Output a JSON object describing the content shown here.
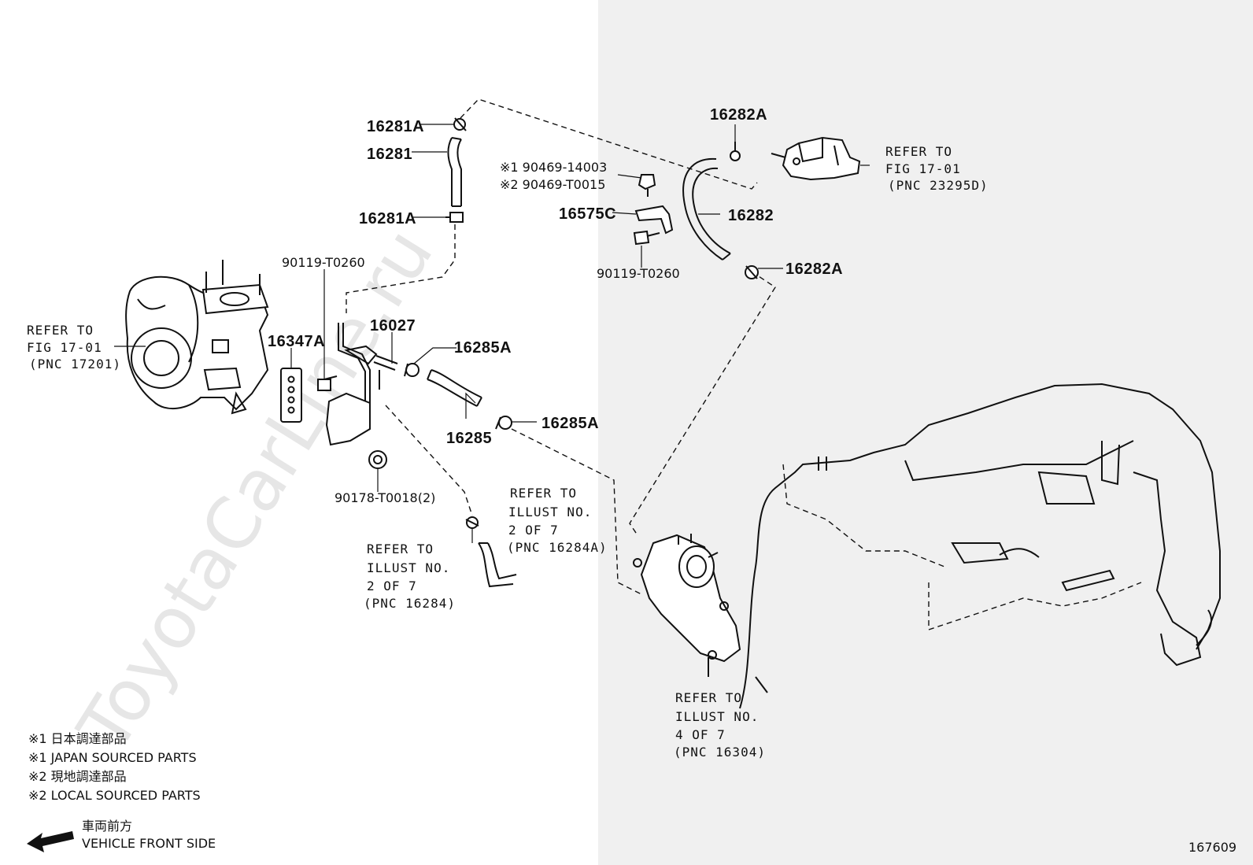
{
  "watermark": "ToyotaCarLine.ru",
  "figure_number": "167609",
  "part_labels": {
    "p16281A_top": "16281A",
    "p16281": "16281",
    "p16281A_bot": "16281A",
    "p90469_1": "※1 90469-14003",
    "p90469_2": "※2 90469-T0015",
    "p16575C": "16575C",
    "p90119_right": "90119-T0260",
    "p16282A_top": "16282A",
    "p16282": "16282",
    "p16282A_bot": "16282A",
    "p90119_left": "90119-T0260",
    "p16347A": "16347A",
    "p16027": "16027",
    "p16285A_top": "16285A",
    "p16285": "16285",
    "p16285A_bot": "16285A",
    "p90178": "90178-T0018(2)"
  },
  "refer_notes": {
    "fig17_01_23295D": [
      "REFER TO",
      "FIG 17-01",
      "(PNC 23295D)"
    ],
    "fig17_01_17201": [
      "REFER TO",
      "FIG 17-01",
      "(PNC 17201)"
    ],
    "illust2_16284A": [
      "REFER TO",
      "ILLUST NO.",
      "2 OF 7",
      "(PNC 16284A)"
    ],
    "illust2_16284": [
      "REFER TO",
      "ILLUST NO.",
      "2 OF 7",
      "(PNC 16284)"
    ],
    "illust4_16304": [
      "REFER TO",
      "ILLUST NO.",
      "4 OF 7",
      "(PNC 16304)"
    ]
  },
  "legend": [
    "※1 日本調達部品",
    "※1 JAPAN SOURCED PARTS",
    "※2 現地調達部品",
    "※2 LOCAL SOURCED PARTS"
  ],
  "direction": {
    "jp": "車両前方",
    "en": "VEHICLE FRONT SIDE"
  }
}
